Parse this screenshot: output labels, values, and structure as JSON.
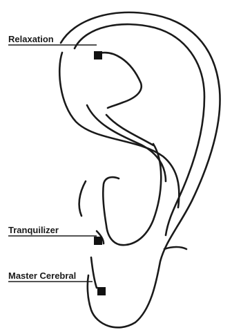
{
  "labels": {
    "relaxation": "Relaxation",
    "tranquilizer": "Tranquilizer",
    "master_cerebral": "Master Cerebral"
  },
  "colors": {
    "line": "#1a1a1a",
    "point": "#111111",
    "background": "#ffffff"
  }
}
